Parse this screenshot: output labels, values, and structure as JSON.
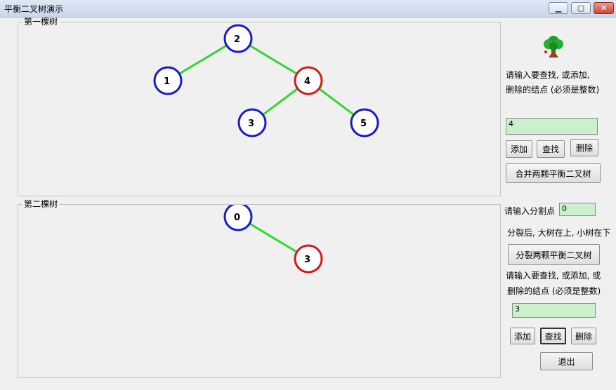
{
  "window": {
    "title": "平衡二叉树演示"
  },
  "tree1": {
    "label": "第一棵树",
    "nodes": [
      {
        "key": "2",
        "color": "#1a1ac8"
      },
      {
        "key": "1",
        "color": "#1a1ac8"
      },
      {
        "key": "4",
        "color": "#d01a1a"
      },
      {
        "key": "3",
        "color": "#1a1ac8"
      },
      {
        "key": "5",
        "color": "#1a1ac8"
      }
    ],
    "edges": [
      [
        "2",
        "1"
      ],
      [
        "2",
        "4"
      ],
      [
        "4",
        "3"
      ],
      [
        "4",
        "5"
      ]
    ]
  },
  "tree2": {
    "label": "第二棵树",
    "nodes": [
      {
        "key": "0",
        "color": "#1a1ac8"
      },
      {
        "key": "3",
        "color": "#d01a1a"
      }
    ],
    "edges": [
      [
        "0",
        "3"
      ]
    ]
  },
  "panel1": {
    "prompt_line1": "请输入要查找, 或添加,",
    "prompt_line2": "删除的结点 (必须是整数)",
    "input_value": "4",
    "add_label": "添加",
    "find_label": "查找",
    "delete_label": "删除",
    "merge_label": "合并两颗平衡二叉树"
  },
  "panel2": {
    "split_prompt": "请输入分割点",
    "split_value": "0",
    "split_note": "分裂后, 大树在上, 小树在下",
    "split_label": "分裂两颗平衡二叉树",
    "prompt_line1": "请输入要查找, 或添加, 或",
    "prompt_line2": "删除的结点 (必须是整数)",
    "input_value": "3",
    "add_label": "添加",
    "find_label": "查找",
    "delete_label": "删除",
    "exit_label": "退出"
  },
  "colors": {
    "edge": "#2ed82e",
    "black_node": "#1a1ac8",
    "red_node": "#d01a1a"
  },
  "icons": {
    "app_icon": "tree-icon"
  }
}
